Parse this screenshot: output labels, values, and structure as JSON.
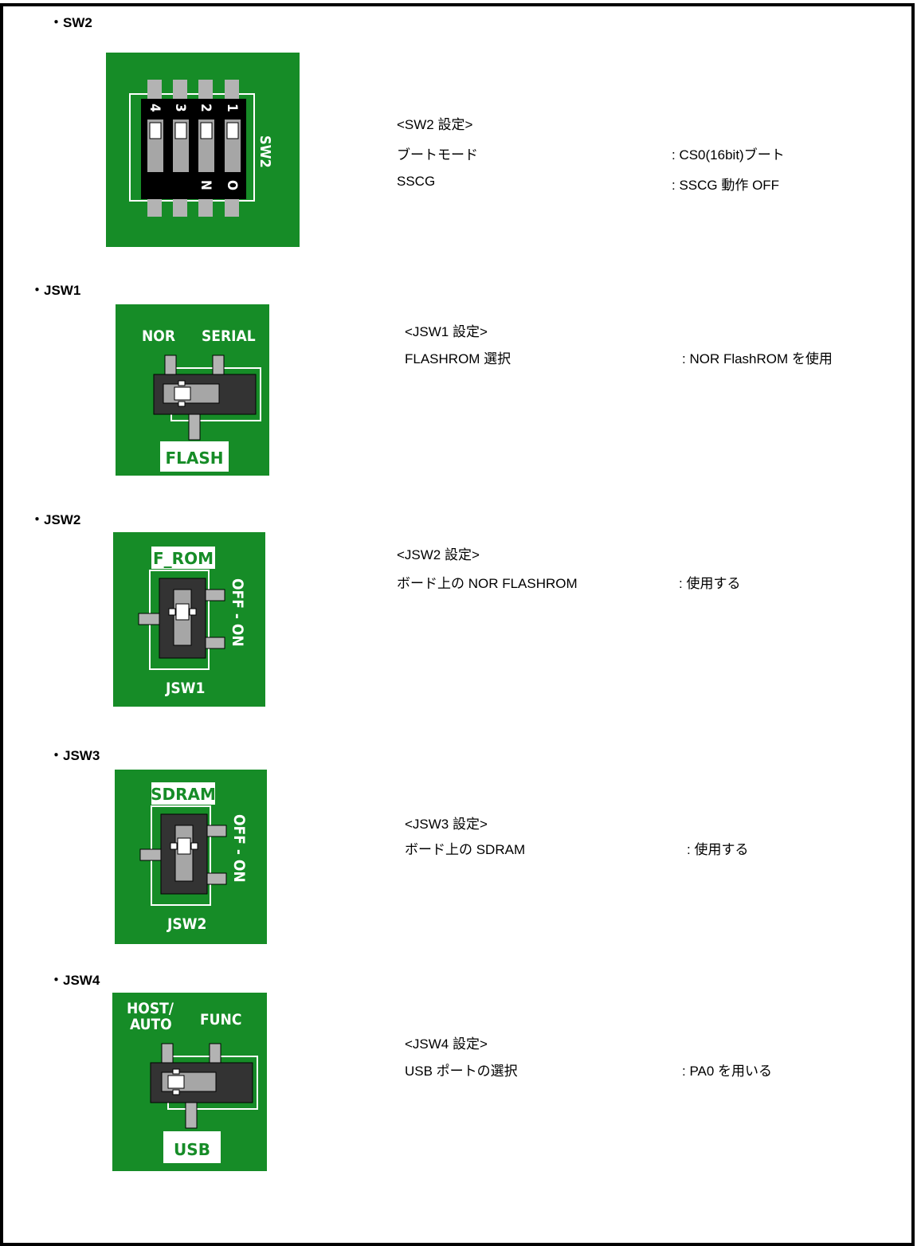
{
  "sections": [
    {
      "title": "・SW2",
      "board": {
        "labels": [
          "4",
          "3",
          "2",
          "1"
        ],
        "side_label": "SW2",
        "n_label": "N",
        "o_label": "O"
      },
      "settings_header": "<SW2 設定>",
      "rows": [
        {
          "label": "ブートモード",
          "value": ": CS0(16bit)ブート"
        },
        {
          "label": "SSCG",
          "value": ": SSCG 動作 OFF"
        }
      ]
    },
    {
      "title": "・JSW1",
      "board": {
        "left_label": "NOR",
        "right_label": "SERIAL",
        "bottom_label": "FLASH"
      },
      "settings_header": "<JSW1 設定>",
      "rows": [
        {
          "label": "FLASHROM 選択",
          "value": ": NOR FlashROM を使用"
        }
      ]
    },
    {
      "title": "・JSW2",
      "board": {
        "top_label": "F_ROM",
        "side_label": "OFF - ON",
        "bottom_label": "JSW1"
      },
      "settings_header": "<JSW2 設定>",
      "rows": [
        {
          "label": "ボード上の NOR FLASHROM",
          "value": ": 使用する"
        }
      ]
    },
    {
      "title": "・JSW3",
      "board": {
        "top_label": "SDRAM",
        "side_label": "OFF - ON",
        "bottom_label": "JSW2"
      },
      "settings_header": "<JSW3 設定>",
      "rows": [
        {
          "label": "ボード上の SDRAM",
          "value": ": 使用する"
        }
      ]
    },
    {
      "title": "・JSW4",
      "board": {
        "left_label": "HOST/",
        "left_label2": "AUTO",
        "right_label": "FUNC",
        "bottom_label": "USB"
      },
      "settings_header": "<JSW4 設定>",
      "rows": [
        {
          "label": "USB ポートの選択",
          "value": ": PA0 を用いる"
        }
      ]
    }
  ],
  "colors": {
    "board_green": "#168c27",
    "switch_body": "#333333",
    "pin_gray": "#a6a6a6",
    "label_green": "#168c27"
  }
}
